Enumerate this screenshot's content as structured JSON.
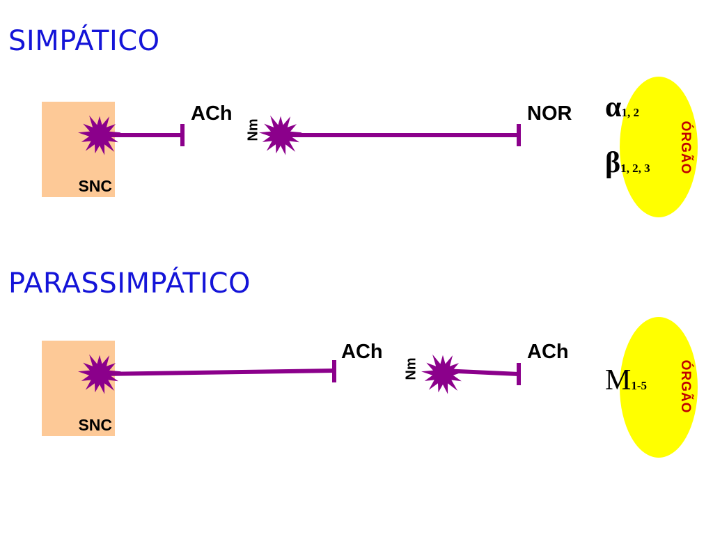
{
  "sympathetic": {
    "title": "SIMPÁTICO",
    "cns_label": "SNC",
    "pre_transmitter": "ACh",
    "ganglion_receptor": "Nm",
    "post_transmitter": "NOR",
    "organ_label": "ÓRGÃO",
    "receptors": [
      {
        "symbol": "α",
        "subtypes": "1, 2"
      },
      {
        "symbol": "β",
        "subtypes": "1, 2, 3"
      }
    ]
  },
  "parasympathetic": {
    "title": "PARASSIMPÁTICO",
    "cns_label": "SNC",
    "pre_transmitter": "ACh",
    "ganglion_receptor": "Nm",
    "post_transmitter": "ACh",
    "organ_label": "ÓRGÃO",
    "receptors": [
      {
        "symbol": "M",
        "subtypes": "1-5"
      }
    ]
  },
  "colors": {
    "title": "#1414d8",
    "neuron": "#8b008b",
    "cns_box": "#fdc997",
    "organ": "#ffff00",
    "organ_text": "#c00000"
  }
}
